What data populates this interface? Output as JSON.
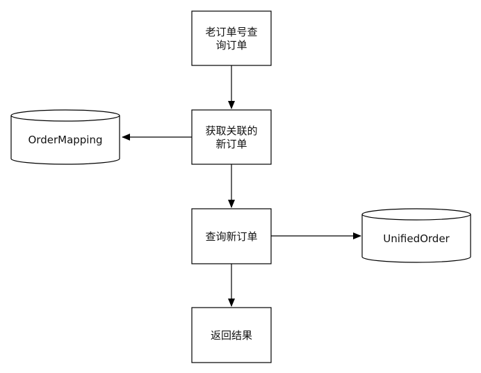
{
  "nodes": {
    "old_order_query": {
      "line1": "老订单号查",
      "line2": "询订单"
    },
    "get_linked_order": {
      "line1": "获取关联的",
      "line2": "新订单"
    },
    "query_new_order": {
      "label": "查询新订单"
    },
    "return_result": {
      "label": "返回结果"
    }
  },
  "databases": {
    "order_mapping": {
      "label": "OrderMapping"
    },
    "unified_order": {
      "label": "UnifiedOrder"
    }
  }
}
